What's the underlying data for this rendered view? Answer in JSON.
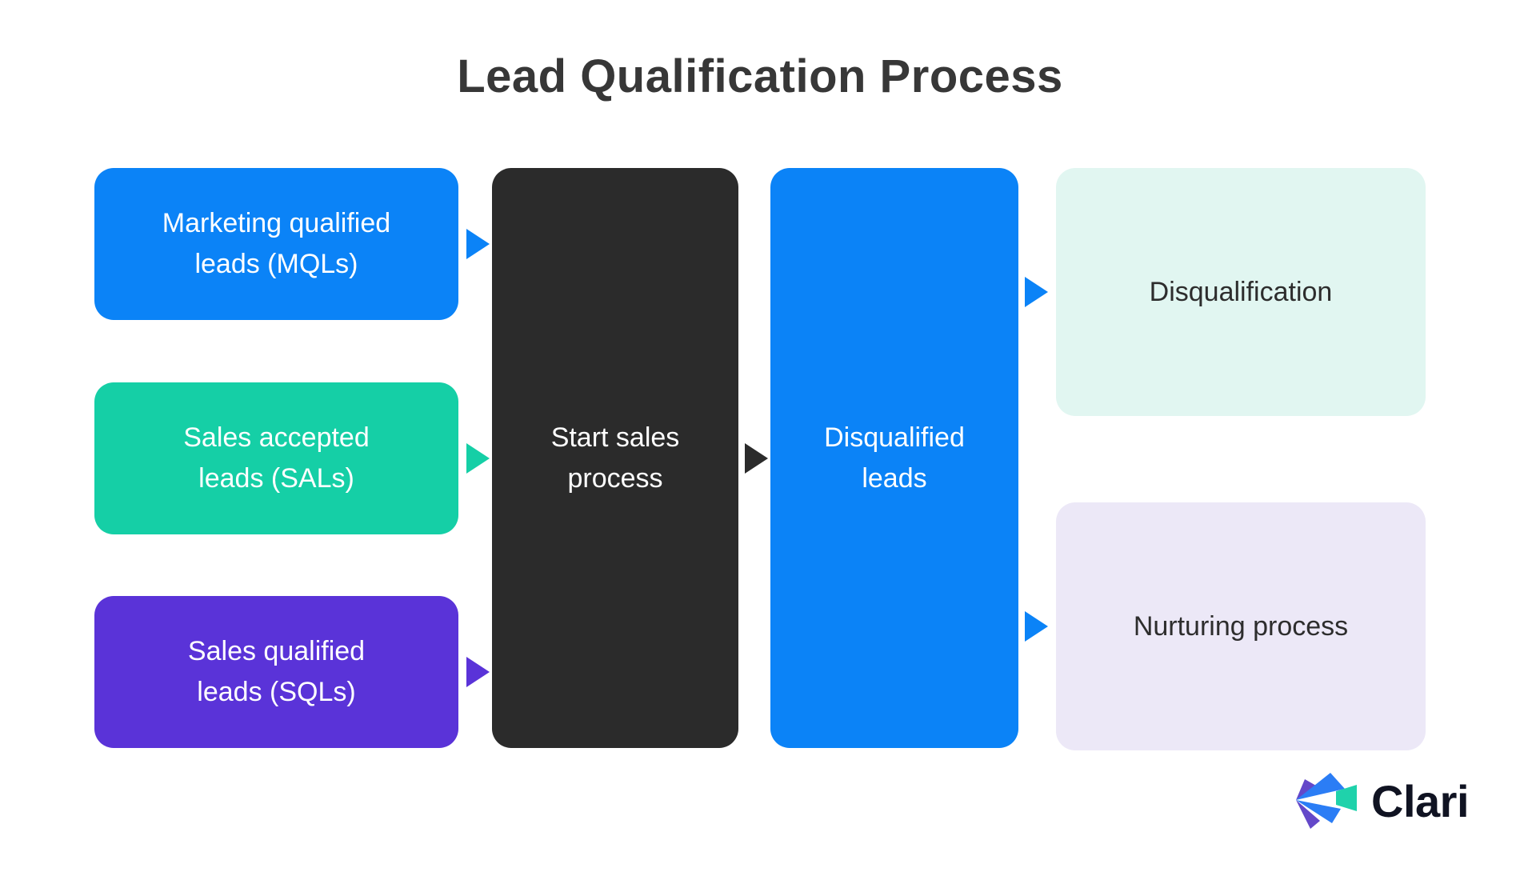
{
  "title": "Lead Qualification Process",
  "colors": {
    "blue": "#0b83f7",
    "teal": "#15cfa6",
    "purple": "#5a33d8",
    "dark": "#2b2b2b",
    "mint": "#e1f6f1",
    "lavender": "#ece8f7",
    "background": "#ffffff",
    "title_text": "#373737",
    "light_box_text": "#2d2d2d",
    "dark_box_text": "#ffffff"
  },
  "nodes": {
    "mql": {
      "lines": [
        "Marketing qualified",
        "leads (MQLs)"
      ],
      "color": "#0b83f7"
    },
    "sal": {
      "lines": [
        "Sales accepted",
        "leads (SALs)"
      ],
      "color": "#15cfa6"
    },
    "sql": {
      "lines": [
        "Sales qualified",
        "leads (SQLs)"
      ],
      "color": "#5a33d8"
    },
    "start": {
      "lines": [
        "Start sales",
        "process"
      ],
      "color": "#2b2b2b"
    },
    "disqualified": {
      "lines": [
        "Disqualified",
        "leads"
      ],
      "color": "#0b83f7"
    },
    "disqualification": {
      "lines": [
        "Disqualification"
      ],
      "color": "#e1f6f1"
    },
    "nurturing": {
      "lines": [
        "Nurturing process"
      ],
      "color": "#ece8f7"
    }
  },
  "logo": {
    "brand": "Clari",
    "colors": {
      "purple": "#6448c9",
      "blue": "#2b7df5",
      "teal": "#1fd2ab",
      "text": "#101322"
    }
  }
}
